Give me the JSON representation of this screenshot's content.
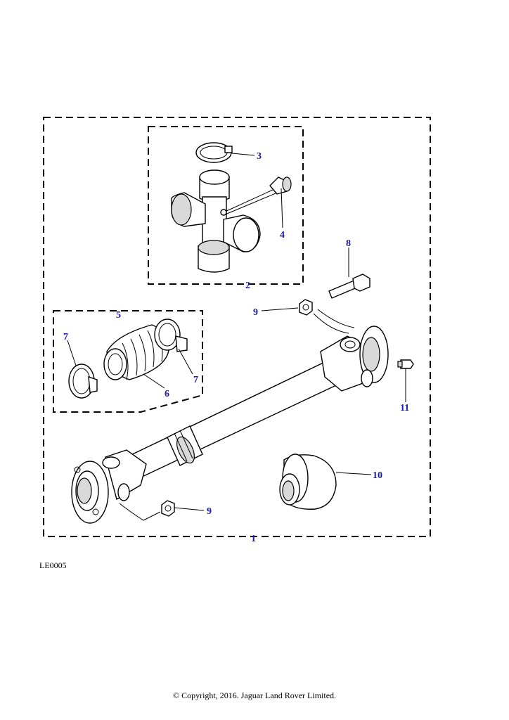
{
  "diagram": {
    "callouts": {
      "c1": "1",
      "c2": "2",
      "c3": "3",
      "c4": "4",
      "c5": "5",
      "c6": "6",
      "c7a": "7",
      "c7b": "7",
      "c8": "8",
      "c9a": "9",
      "c9b": "9",
      "c10": "10",
      "c11": "11"
    },
    "reference": "LE0005",
    "copyright": "© Copyright, 2016. Jaguar Land Rover Limited.",
    "colors": {
      "callout": "#1a1aaa",
      "line": "#000000",
      "shade": "#d9d9d9"
    }
  }
}
